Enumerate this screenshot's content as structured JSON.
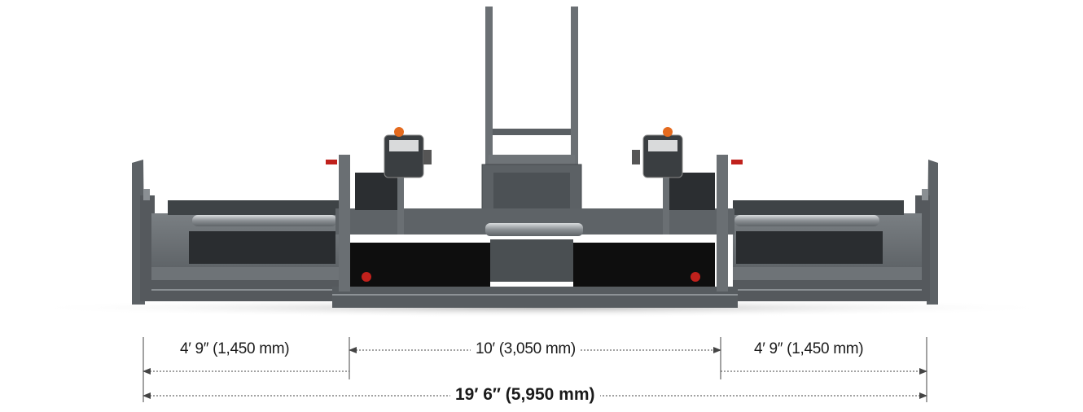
{
  "dimensions": {
    "left_extension": "4′ 9″ (1,450 mm)",
    "center_width": "10′ (3,050 mm)",
    "right_extension": "4′ 9″ (1,450 mm)",
    "total_width": "19′ 6″ (5,950 mm)"
  },
  "colors": {
    "machine_body": "#6a6f73",
    "machine_dark": "#3c4043",
    "screed_black": "#0e0e0e",
    "accent_red": "#c0211c",
    "accent_orange": "#e46a1e",
    "dimension_line": "#444444"
  }
}
